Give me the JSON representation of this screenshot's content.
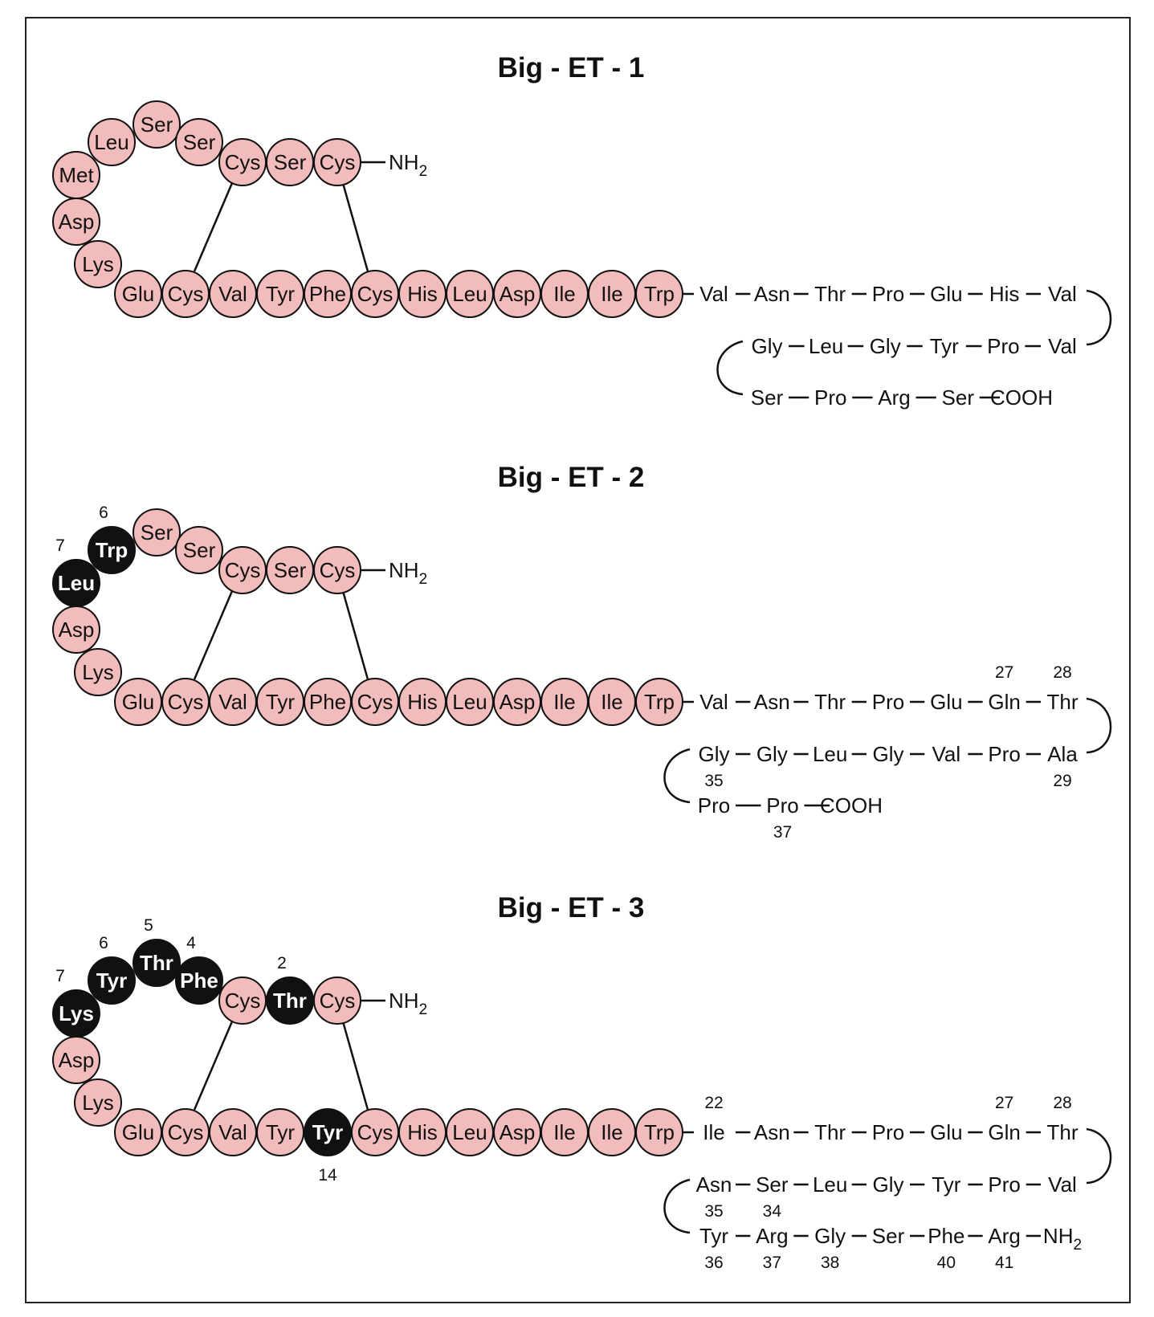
{
  "peptides": [
    {
      "title": "Big - ET - 1",
      "top": [
        {
          "name": "Leu"
        },
        {
          "name": "Ser"
        },
        {
          "name": "Ser"
        },
        {
          "name": "Cys"
        },
        {
          "name": "Ser"
        },
        {
          "name": "Cys"
        }
      ],
      "left": [
        {
          "name": "Met"
        },
        {
          "name": "Asp"
        },
        {
          "name": "Lys"
        }
      ],
      "bottom": [
        {
          "name": "Glu"
        },
        {
          "name": "Cys"
        },
        {
          "name": "Val"
        },
        {
          "name": "Tyr"
        },
        {
          "name": "Phe"
        },
        {
          "name": "Cys"
        },
        {
          "name": "His"
        },
        {
          "name": "Leu"
        },
        {
          "name": "Asp"
        },
        {
          "name": "Ile"
        },
        {
          "name": "Ile"
        },
        {
          "name": "Trp"
        }
      ],
      "n_terminus": "NH",
      "n_terminus_sub": "2",
      "row1": [
        "Val",
        "Asn",
        "Thr",
        "Pro",
        "Glu",
        "His",
        "Val"
      ],
      "row2": [
        "Gly",
        "Leu",
        "Gly",
        "Tyr",
        "Pro",
        "Val"
      ],
      "row3": [
        "Ser",
        "Pro",
        "Arg",
        "Ser",
        "COOH"
      ],
      "row3_last_sub": ""
    },
    {
      "title": "Big - ET - 2",
      "top": [
        {
          "name": "Trp",
          "dark": true,
          "num": "6"
        },
        {
          "name": "Ser"
        },
        {
          "name": "Ser"
        },
        {
          "name": "Cys"
        },
        {
          "name": "Ser"
        },
        {
          "name": "Cys"
        }
      ],
      "left": [
        {
          "name": "Leu",
          "dark": true,
          "num": "7"
        },
        {
          "name": "Asp"
        },
        {
          "name": "Lys"
        }
      ],
      "bottom": [
        {
          "name": "Glu"
        },
        {
          "name": "Cys"
        },
        {
          "name": "Val"
        },
        {
          "name": "Tyr"
        },
        {
          "name": "Phe"
        },
        {
          "name": "Cys"
        },
        {
          "name": "His"
        },
        {
          "name": "Leu"
        },
        {
          "name": "Asp"
        },
        {
          "name": "Ile"
        },
        {
          "name": "Ile"
        },
        {
          "name": "Trp"
        }
      ],
      "n_terminus": "NH",
      "n_terminus_sub": "2",
      "row1": [
        "Val",
        "Asn",
        "Thr",
        "Pro",
        "Glu",
        "Gln",
        "Thr"
      ],
      "row1_nums": [
        "",
        "",
        "",
        "",
        "",
        "27",
        "28"
      ],
      "row2": [
        "Gly",
        "Gly",
        "Leu",
        "Gly",
        "Val",
        "Pro",
        "Ala"
      ],
      "row2_nums": [
        "35",
        "",
        "",
        "",
        "",
        "",
        "29"
      ],
      "row3": [
        "Pro",
        "Pro",
        "COOH"
      ],
      "row3_nums": [
        "",
        "37",
        ""
      ],
      "row3_last_sub": ""
    },
    {
      "title": "Big - ET - 3",
      "top": [
        {
          "name": "Tyr",
          "dark": true,
          "num": "6"
        },
        {
          "name": "Thr",
          "dark": true,
          "num": "5"
        },
        {
          "name": "Phe",
          "dark": true,
          "num": "4"
        },
        {
          "name": "Cys"
        },
        {
          "name": "Thr",
          "dark": true,
          "num": "2"
        },
        {
          "name": "Cys"
        }
      ],
      "left": [
        {
          "name": "Lys",
          "dark": true,
          "num": "7"
        },
        {
          "name": "Asp"
        },
        {
          "name": "Lys"
        }
      ],
      "bottom": [
        {
          "name": "Glu"
        },
        {
          "name": "Cys"
        },
        {
          "name": "Val"
        },
        {
          "name": "Tyr"
        },
        {
          "name": "Tyr",
          "dark": true,
          "num": "14"
        },
        {
          "name": "Cys"
        },
        {
          "name": "His"
        },
        {
          "name": "Leu"
        },
        {
          "name": "Asp"
        },
        {
          "name": "Ile"
        },
        {
          "name": "Ile"
        },
        {
          "name": "Trp"
        }
      ],
      "n_terminus": "NH",
      "n_terminus_sub": "2",
      "row1": [
        "Ile",
        "Asn",
        "Thr",
        "Pro",
        "Glu",
        "Gln",
        "Thr"
      ],
      "row1_nums": [
        "22",
        "",
        "",
        "",
        "",
        "27",
        "28"
      ],
      "row2": [
        "Asn",
        "Ser",
        "Leu",
        "Gly",
        "Tyr",
        "Pro",
        "Val"
      ],
      "row2_nums": [
        "35",
        "34",
        "",
        "",
        "",
        "",
        ""
      ],
      "row3": [
        "Tyr",
        "Arg",
        "Gly",
        "Ser",
        "Phe",
        "Arg",
        "NH"
      ],
      "row3_nums": [
        "36",
        "37",
        "38",
        "",
        "40",
        "41",
        ""
      ],
      "row3_last_sub": "2"
    }
  ]
}
